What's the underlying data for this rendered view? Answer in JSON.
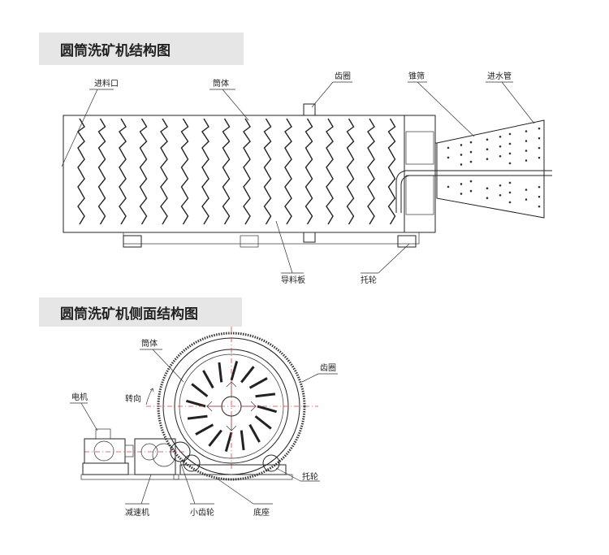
{
  "top_section": {
    "title": "圆筒洗矿机结构图",
    "labels": {
      "feed_inlet": "进料口",
      "drum": "筒体",
      "gear_ring": "齿圈",
      "cone_screen": "锥筛",
      "water_pipe": "进水管",
      "guide_plate": "导料板",
      "support_wheel": "托轮"
    }
  },
  "side_section": {
    "title": "圆筒洗矿机侧面结构图",
    "labels": {
      "drum": "筒体",
      "gear_ring": "齿圈",
      "rotation": "转向",
      "motor": "电机",
      "support_wheel": "托轮",
      "reducer": "减速机",
      "pinion": "小齿轮",
      "base": "底座"
    }
  }
}
